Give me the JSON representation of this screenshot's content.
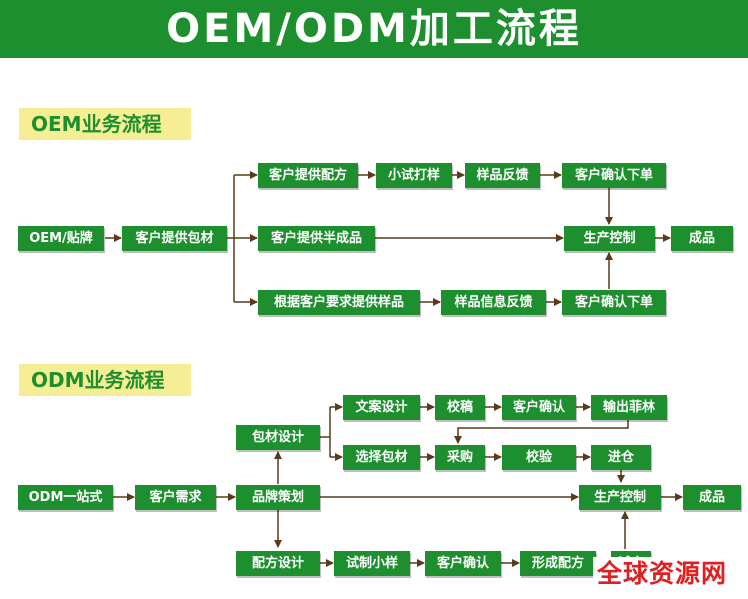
{
  "title": "OEM/ODM加工流程",
  "oem": {
    "label": "OEM业务流程",
    "nodes": {
      "start": "OEM/贴牌",
      "pack": "客户提供包材",
      "formula": "客户提供配方",
      "trial": "小试打样",
      "feedback": "样品反馈",
      "confirm_top": "客户确认下单",
      "semi": "客户提供半成品",
      "control": "生产控制",
      "product": "成品",
      "sample_req": "根据客户要求提供样品",
      "sample_info": "样品信息反馈",
      "confirm_bottom": "客户确认下单"
    }
  },
  "odm": {
    "label": "ODM业务流程",
    "nodes": {
      "start": "ODM一站式",
      "demand": "客户需求",
      "brand": "品牌策划",
      "pack_design": "包材设计",
      "copy_design": "文案设计",
      "proof": "校稿",
      "client_confirm": "客户确认",
      "film": "输出菲林",
      "choose_pack": "选择包材",
      "purchase": "采购",
      "inspect": "校验",
      "stock": "进仓",
      "control": "生产控制",
      "product": "成品",
      "formula_design": "配方设计",
      "small_sample": "试制小样",
      "client_confirm2": "客户确认",
      "form_formula": "形成配方",
      "trial_prod": "试产"
    }
  },
  "watermark": "全球资源网",
  "colors": {
    "box": "#1e8f2f",
    "banner": "#1e8f2f",
    "label_bg": "#f6ee94",
    "line": "#5a3a1a",
    "watermark": "#e02020"
  }
}
